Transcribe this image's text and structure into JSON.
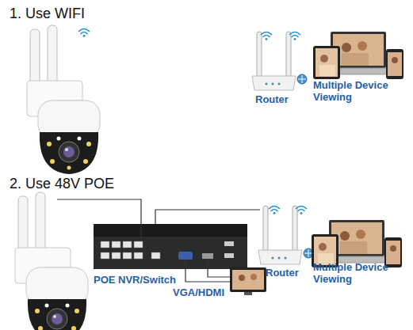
{
  "diagram": {
    "nodes": [
      {
        "text": [
          "Router"
        ]
      },
      {
        "text": [
          "Multiple Device Viewing"
        ]
      },
      {
        "text": [
          "POE NVR/Switch"
        ]
      },
      {
        "text": [
          "Router"
        ]
      },
      {
        "text": [
          "Multiple Device Viewing"
        ]
      }
    ],
    "edges": [
      {
        "from": 2,
        "to": 3,
        "arrow": "none"
      }
    ],
    "labels": [
      "1. Use WIFI",
      "2. Use 48V POE",
      "VGA/HDMI"
    ]
  }
}
